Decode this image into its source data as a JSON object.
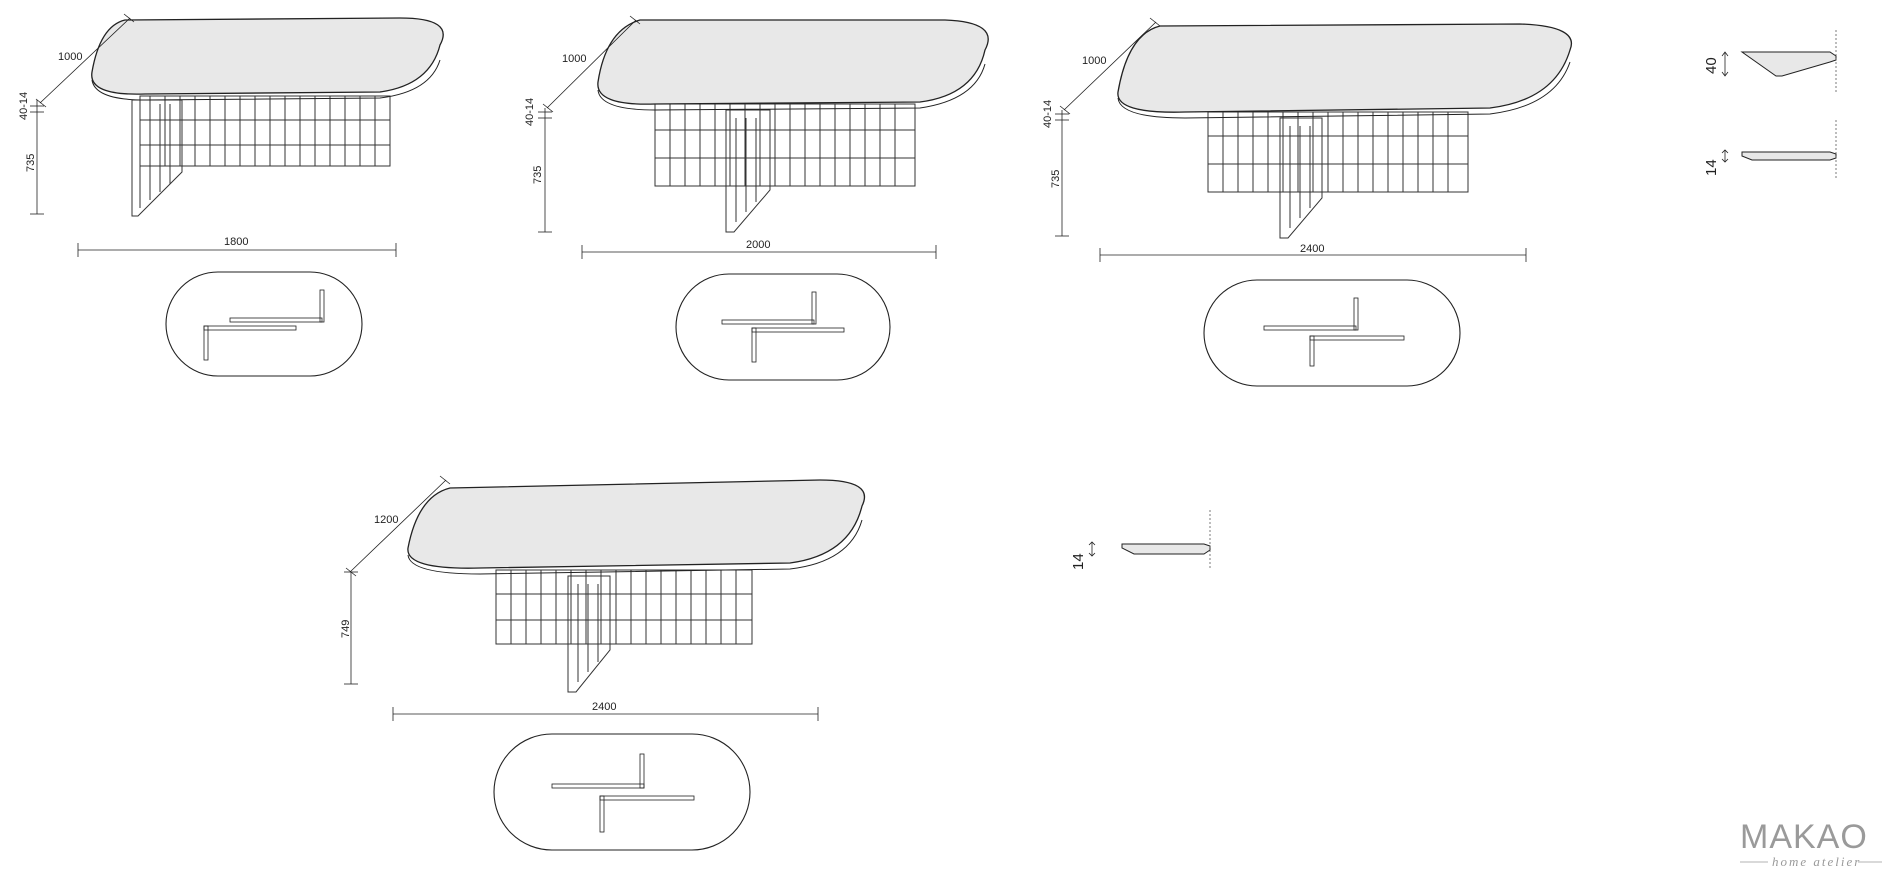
{
  "drawings": [
    {
      "depth": "1000",
      "top_thickness": "40-14",
      "height": "735",
      "width": "1800"
    },
    {
      "depth": "1000",
      "top_thickness": "40-14",
      "height": "735",
      "width": "2000"
    },
    {
      "depth": "1000",
      "top_thickness": "40-14",
      "height": "735",
      "width": "2400"
    },
    {
      "depth": "1200",
      "height": "749",
      "width": "2400"
    }
  ],
  "edge_profiles": [
    "40",
    "14",
    "14"
  ],
  "logo": {
    "brand": "MAKAO",
    "tagline": "home atelier"
  },
  "colors": {
    "line": "#222222",
    "top_fill": "#e8e8e8",
    "logo": "#9a9a9a"
  }
}
